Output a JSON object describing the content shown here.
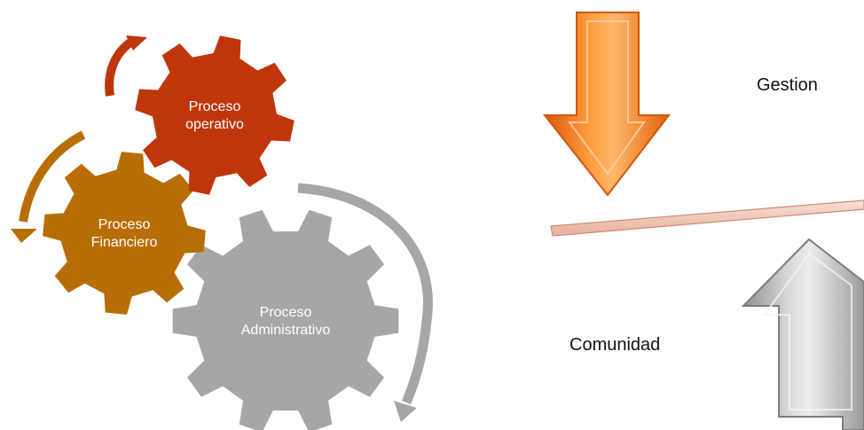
{
  "gears": [
    {
      "id": "operativo",
      "lines": [
        "Proceso",
        "operativo"
      ],
      "color": "#c0360c"
    },
    {
      "id": "financiero",
      "lines": [
        "Proceso",
        "Financiero"
      ],
      "color": "#b86e06"
    },
    {
      "id": "administrativo",
      "lines": [
        "Proceso",
        "Administrativo"
      ],
      "color": "#a6a6a6"
    }
  ],
  "balance": {
    "top_label": "Gestion",
    "bottom_label": "Comunidad",
    "down_arrow_color": "#f07a1c",
    "up_arrow_color": "#b8b8b8",
    "beam_color": "#f2cbbc"
  }
}
